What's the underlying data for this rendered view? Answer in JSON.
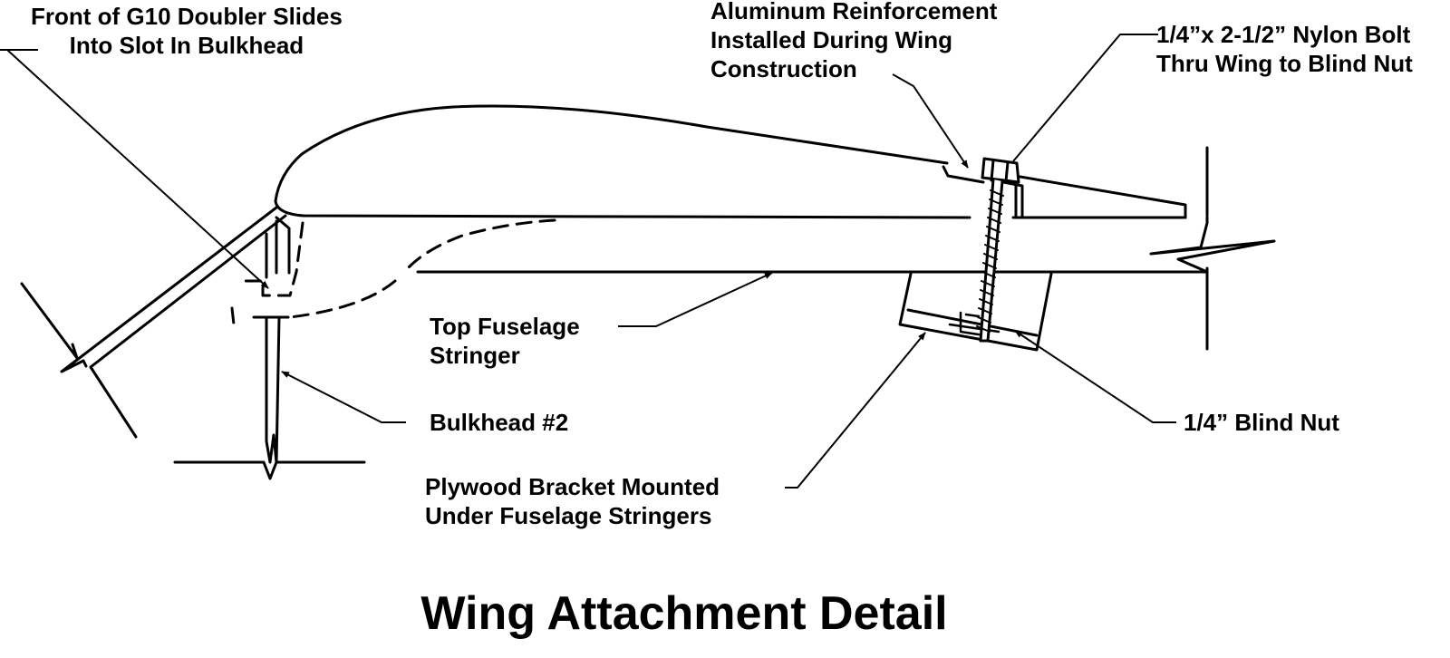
{
  "title": "Wing Attachment Detail",
  "labels": {
    "g10_doubler": [
      "Front of G10 Doubler Slides",
      "Into Slot In Bulkhead"
    ],
    "aluminum_reinforcement": [
      "Aluminum Reinforcement",
      "Installed During Wing",
      "Construction"
    ],
    "nylon_bolt": [
      "1/4”x 2-1/2” Nylon Bolt",
      "Thru Wing to Blind Nut"
    ],
    "top_fuselage_stringer": [
      "Top Fuselage",
      "Stringer"
    ],
    "bulkhead": [
      "Bulkhead #2"
    ],
    "blind_nut": [
      "1/4” Blind Nut"
    ],
    "plywood_bracket": [
      "Plywood Bracket Mounted",
      "Under Fuselage Stringers"
    ]
  },
  "colors": {
    "line": "#000000",
    "background": "#ffffff"
  }
}
